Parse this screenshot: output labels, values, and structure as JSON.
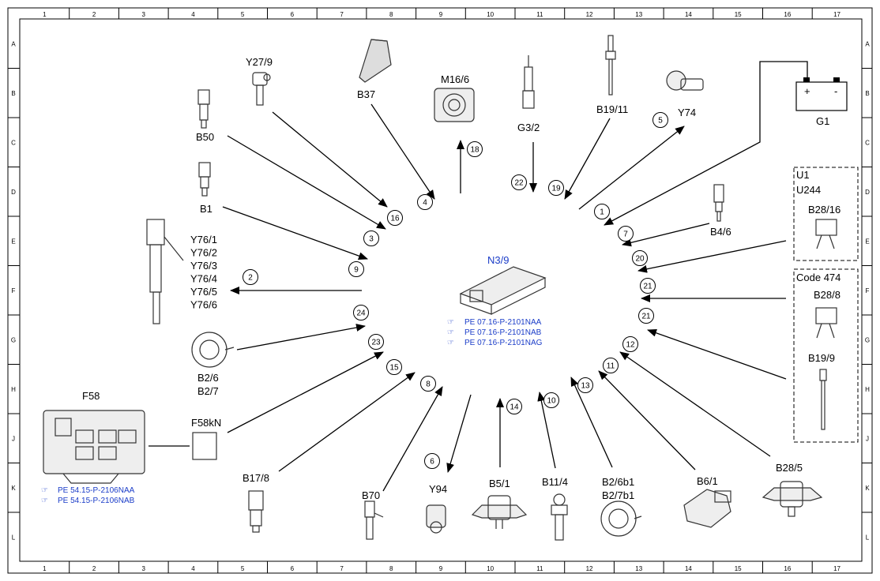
{
  "grid": {
    "columns": [
      "1",
      "2",
      "3",
      "4",
      "5",
      "6",
      "7",
      "8",
      "9",
      "10",
      "11",
      "12",
      "13",
      "14",
      "15",
      "16",
      "17"
    ],
    "rows": [
      "A",
      "B",
      "C",
      "D",
      "E",
      "F",
      "G",
      "H",
      "J",
      "K",
      "L"
    ]
  },
  "control_unit": {
    "label": "N3/9",
    "refs": [
      "PE 07.16-P-2101NAA",
      "PE 07.16-P-2101NAB",
      "PE 07.16-P-2101NAG"
    ]
  },
  "fuse_box": {
    "label": "F58",
    "refs": [
      "PE 54.15-P-2106NAA",
      "PE 54.15-P-2106NAB"
    ]
  },
  "fuse_relay": {
    "label": "F58kN"
  },
  "battery": {
    "label": "G1",
    "plus": "+",
    "minus": "-"
  },
  "boxes": {
    "u": {
      "lines": [
        "U1",
        "U244"
      ]
    },
    "code": {
      "lines": [
        "Code 474"
      ]
    }
  },
  "components": {
    "y27_9": "Y27/9",
    "b37": "B37",
    "m16_6": "M16/6",
    "g3_2": "G3/2",
    "b19_11": "B19/11",
    "y74": "Y74",
    "b50": "B50",
    "b1": "B1",
    "y76": [
      "Y76/1",
      "Y76/2",
      "Y76/3",
      "Y76/4",
      "Y76/5",
      "Y76/6"
    ],
    "b4_6": "B4/6",
    "b28_16": "B28/16",
    "b28_8": "B28/8",
    "b19_9": "B19/9",
    "b2_6": [
      "B2/6",
      "B2/7"
    ],
    "b17_8": "B17/8",
    "b70": "B70",
    "y94": "Y94",
    "b5_1": "B5/1",
    "b11_4": "B11/4",
    "b2_6b1": [
      "B2/6b1",
      "B2/7b1"
    ],
    "b6_1": "B6/1",
    "b28_5": "B28/5"
  },
  "connection_numbers": [
    "1",
    "2",
    "3",
    "4",
    "5",
    "6",
    "7",
    "8",
    "9",
    "10",
    "11",
    "12",
    "13",
    "14",
    "15",
    "16",
    "18",
    "19",
    "20",
    "21",
    "21",
    "22",
    "23",
    "24"
  ]
}
